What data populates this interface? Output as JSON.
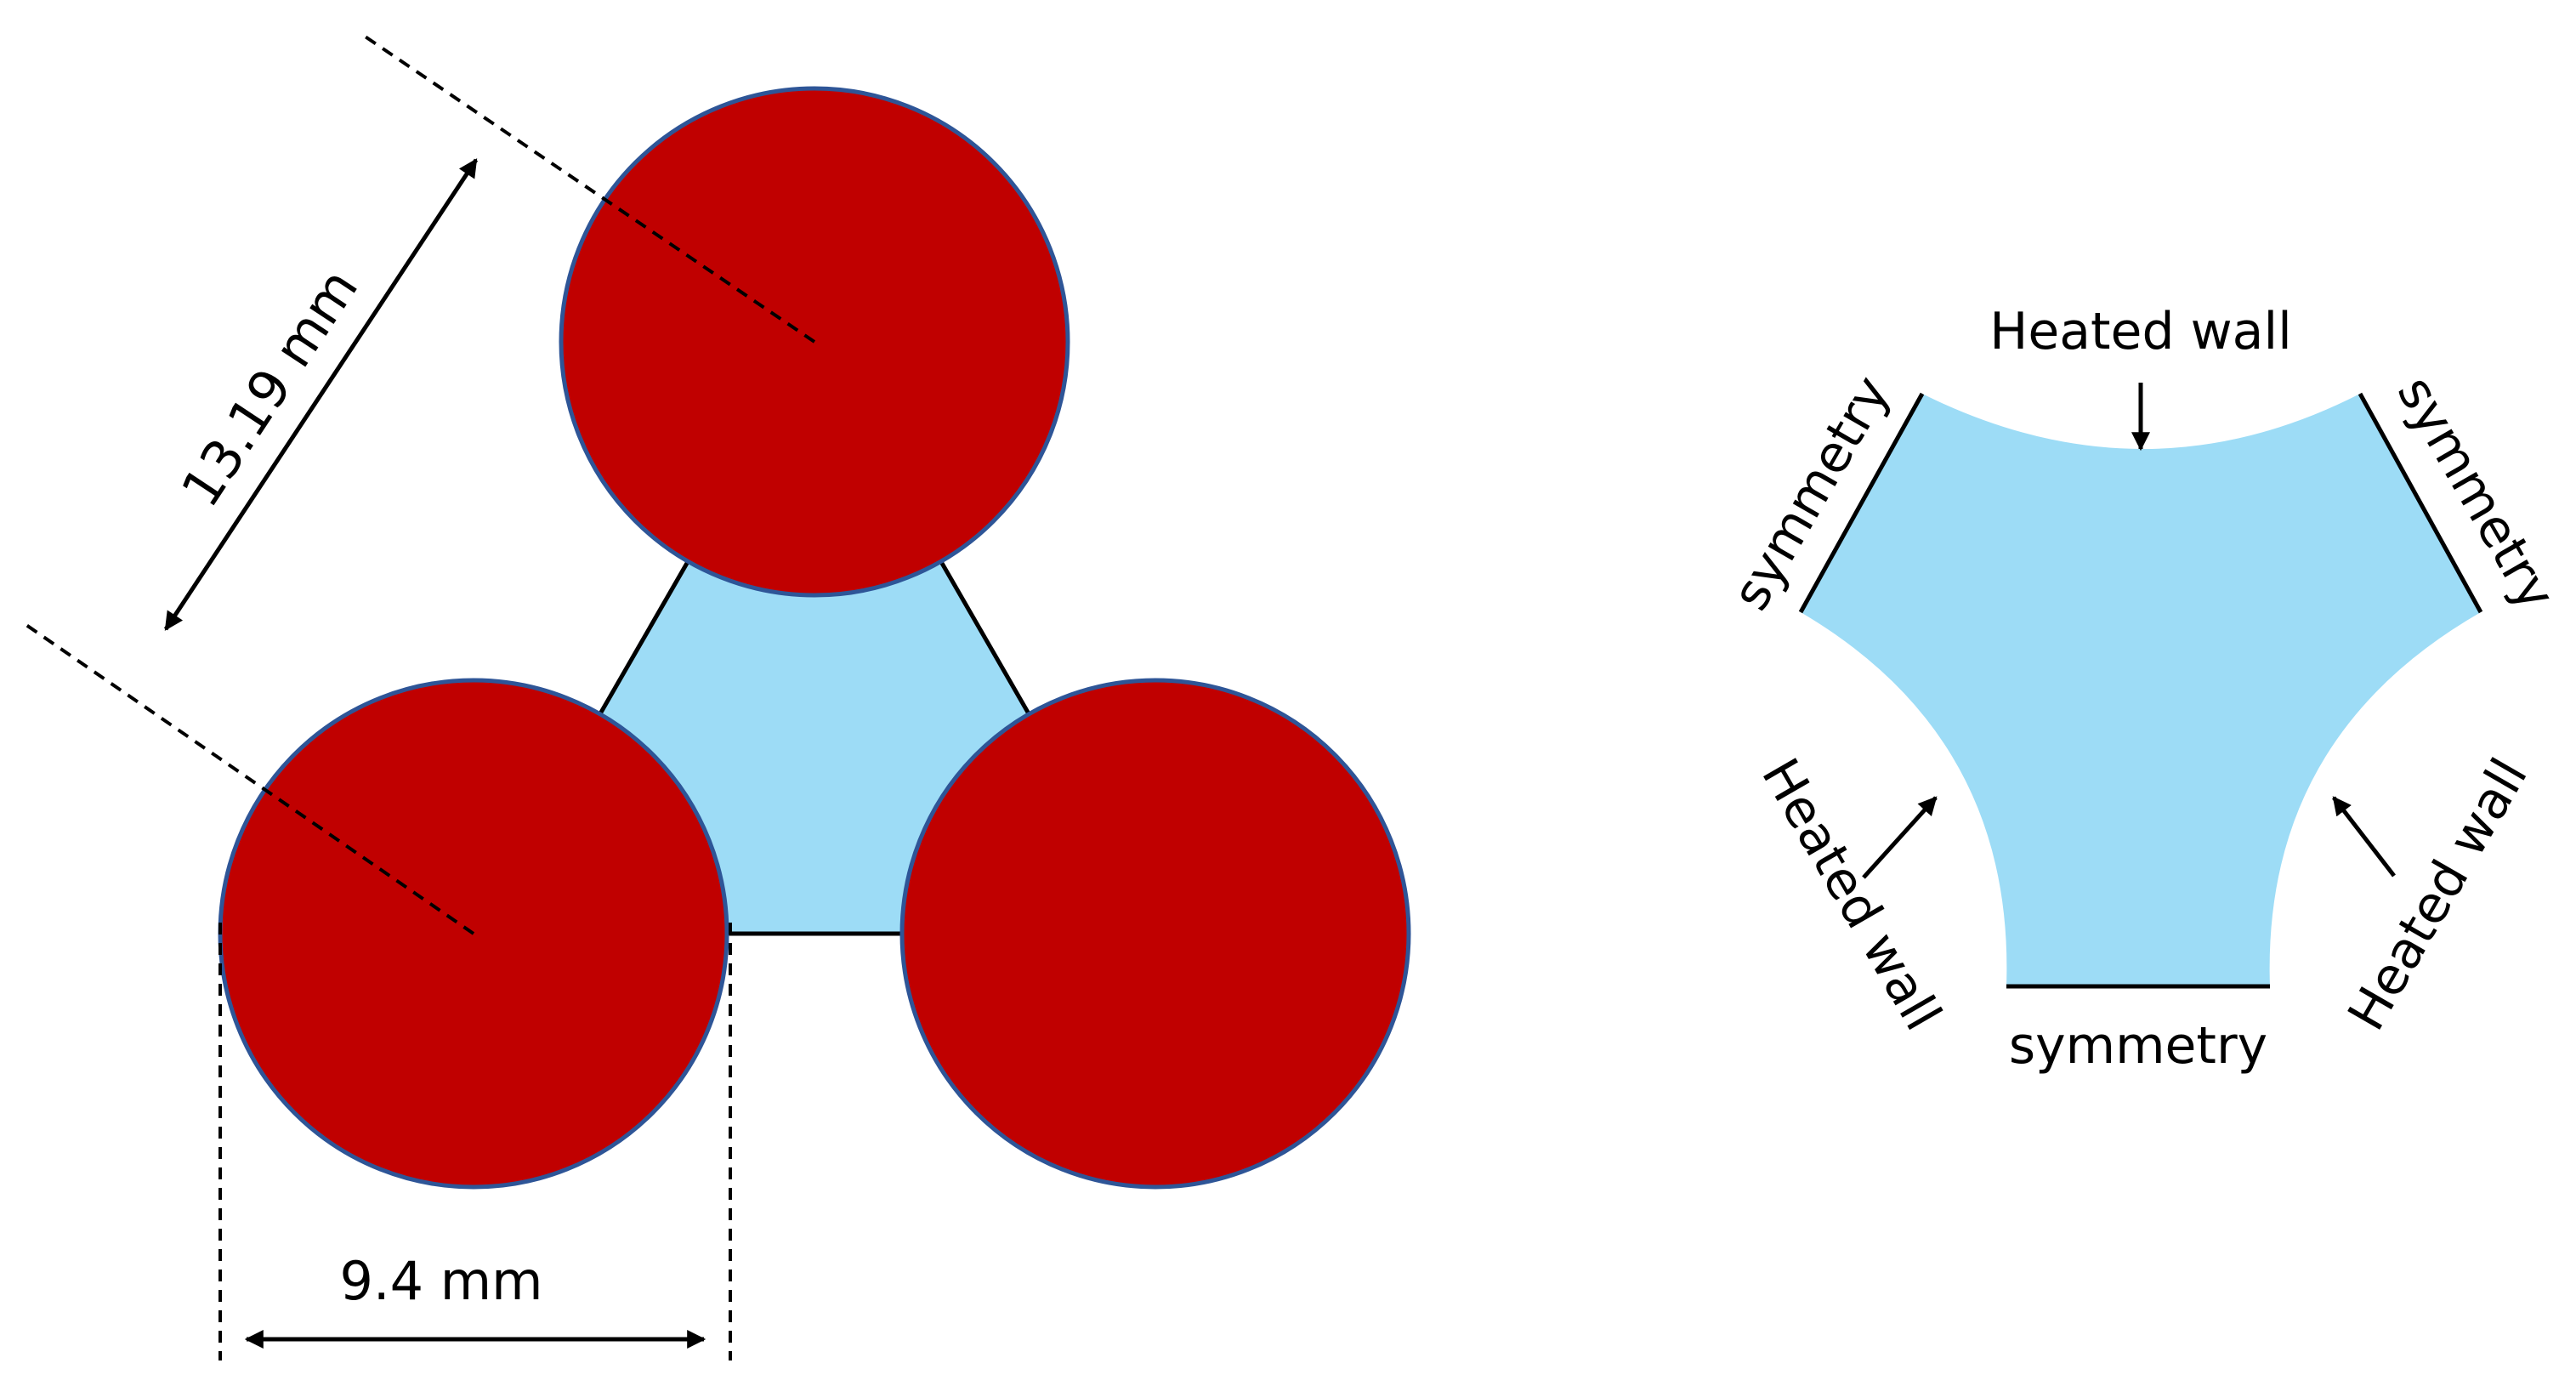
{
  "colors": {
    "rod_fill": "#c00000",
    "rod_outline": "#2e5597",
    "coolant_fill": "#9ddcf6",
    "line": "#000000",
    "background": "#ffffff"
  },
  "rod_bundle": {
    "rod_count": 3,
    "pitch_label": "13.19 mm",
    "diameter_label": "9.4 mm"
  },
  "subchannel": {
    "heated_wall_top": "Heated wall",
    "heated_wall_left": "Heated wall",
    "heated_wall_right": "Heated wall",
    "symmetry_bottom": "symmetry",
    "symmetry_left": "symmetry",
    "symmetry_right": "symmetry"
  }
}
